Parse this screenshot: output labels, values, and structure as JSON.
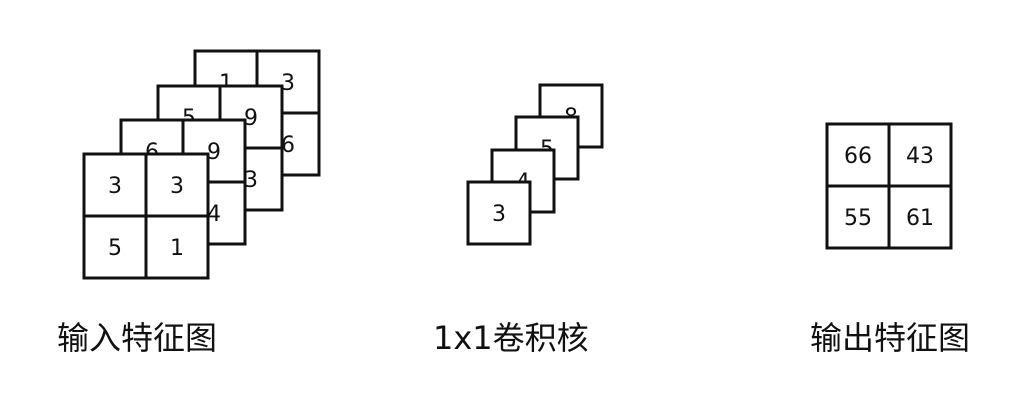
{
  "input": {
    "caption": "输入特征图",
    "layers_back_to_front": [
      [
        "1",
        "3",
        "",
        "6"
      ],
      [
        "5",
        "9",
        "",
        "3"
      ],
      [
        "6",
        "9",
        "",
        "4"
      ],
      [
        "3",
        "3",
        "5",
        "1"
      ]
    ]
  },
  "kernel": {
    "caption": "1x1卷积核",
    "values_back_to_front": [
      "8",
      "5",
      "4",
      "3"
    ]
  },
  "output": {
    "caption": "输出特征图",
    "cells": [
      "66",
      "43",
      "55",
      "61"
    ]
  },
  "colors": {
    "stroke": "#111111",
    "fill": "#ffffff",
    "text": "#111111"
  }
}
